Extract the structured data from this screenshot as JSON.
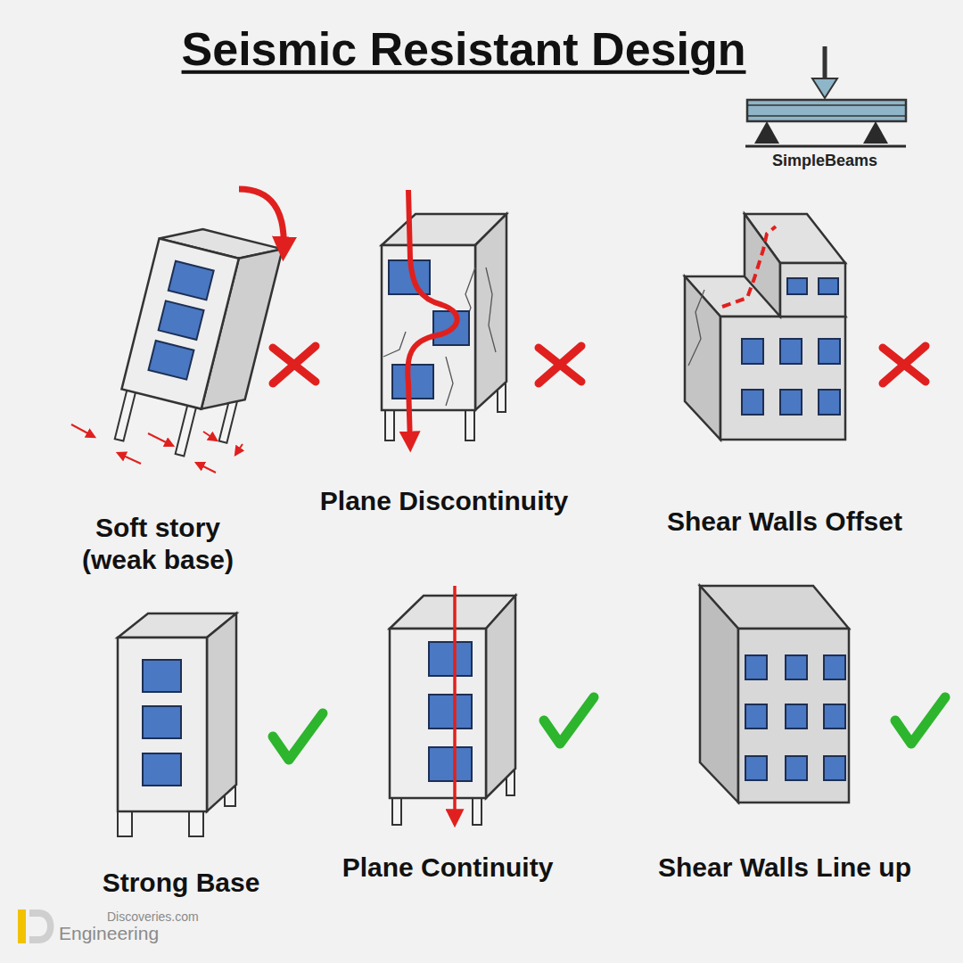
{
  "diagram": {
    "title": "Seismic Resistant Design",
    "labels": [
      "SimpleBeams",
      "Soft story (weak base)",
      "Plane Discontinuity",
      "Shear Walls Offset",
      "Strong Base",
      "Plane Continuity",
      "Shear Walls Line up",
      "Discoveries.com",
      "Engineering"
    ]
  }
}
